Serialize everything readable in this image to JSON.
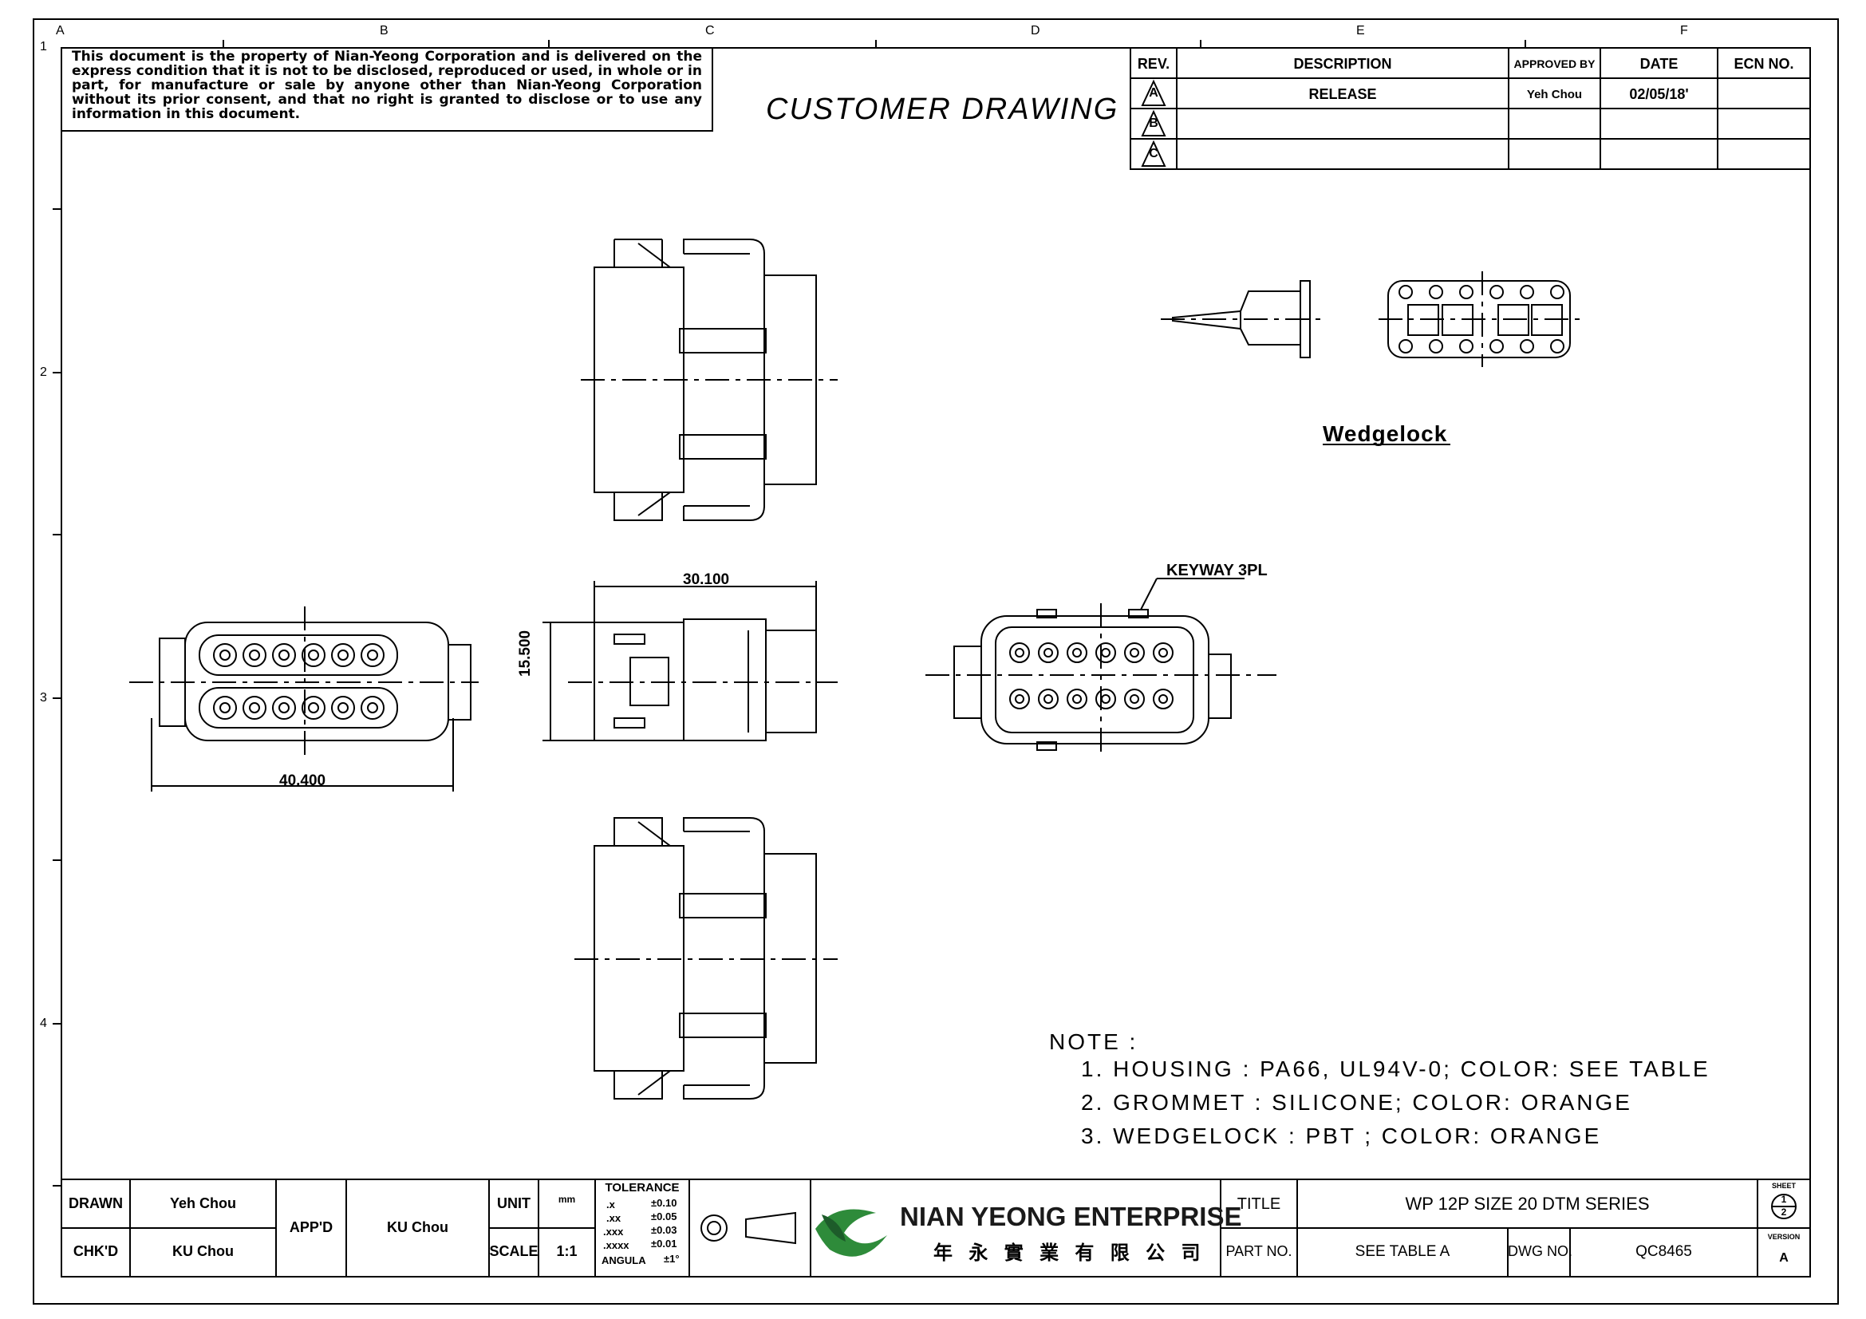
{
  "border": {
    "col_letters": [
      "A",
      "B",
      "C",
      "D",
      "E",
      "F"
    ],
    "row_numbers": [
      "1",
      "2",
      "3",
      "4"
    ]
  },
  "notice": "This document is the property of Nian-Yeong Corporation and is delivered on the express condition that it is not to be disclosed, reproduced or used, in whole or in part, for manufacture or sale by anyone other than Nian-Yeong Corporation without its prior consent, and that no right is granted to disclose or to use any information in this document.",
  "header_title": "CUSTOMER DRAWING",
  "revision_table": {
    "headers": [
      "REV.",
      "DESCRIPTION",
      "APPROVED BY",
      "DATE",
      "ECN NO."
    ],
    "rows": [
      {
        "rev": "A",
        "description": "RELEASE",
        "approved_by": "Yeh Chou",
        "date": "02/05/18'",
        "ecn": ""
      },
      {
        "rev": "B",
        "description": "",
        "approved_by": "",
        "date": "",
        "ecn": ""
      },
      {
        "rev": "C",
        "description": "",
        "approved_by": "",
        "date": "",
        "ecn": ""
      }
    ]
  },
  "labels": {
    "wedgelock": "Wedgelock",
    "keyway": "KEYWAY 3PL",
    "dim_width": "40.400",
    "dim_length": "30.100",
    "dim_height": "15.500"
  },
  "notes": {
    "heading": "NOTE :",
    "items": [
      "1. HOUSING : PA66, UL94V-0; COLOR: SEE TABLE",
      "2. GROMMET : SILICONE; COLOR: ORANGE",
      "3. WEDGELOCK : PBT ; COLOR: ORANGE"
    ]
  },
  "title_block": {
    "drawn_label": "DRAWN",
    "drawn_value": "Yeh Chou",
    "chkd_label": "CHK'D",
    "chkd_value": "KU Chou",
    "appd_label": "APP'D",
    "appd_value": "KU Chou",
    "unit_label": "UNIT",
    "unit_value": "mm",
    "scale_label": "SCALE",
    "scale_value": "1:1",
    "tolerance_label": "TOLERANCE",
    "tolerance_rows": [
      {
        "key": ".x",
        "value": "±0.10"
      },
      {
        "key": ".xx",
        "value": "±0.05"
      },
      {
        "key": ".xxx",
        "value": "±0.03"
      },
      {
        "key": ".xxxx",
        "value": "±0.01"
      },
      {
        "key": "ANGULA",
        "value": "±1°"
      }
    ],
    "company_name": "NIAN YEONG ENTERPRISE",
    "company_chinese": "年 永 實 業 有 限 公 司",
    "title_label": "TITLE",
    "title_value": "WP 12P SIZE 20 DTM SERIES",
    "part_label": "PART NO.",
    "part_value": "SEE TABLE A",
    "dwg_label": "DWG NO.",
    "dwg_value": "QC8465",
    "sheet_label": "SHEET",
    "sheet_num": "1",
    "sheet_den": "2",
    "version_label": "VERSION",
    "version_value": "A"
  },
  "colors": {
    "line": "#000000",
    "logo_green": "#2e8b3a",
    "logo_dark": "#1d5c2a"
  }
}
